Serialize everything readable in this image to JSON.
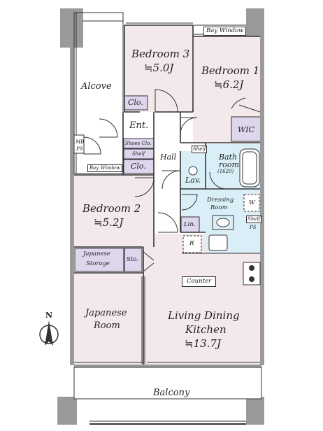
{
  "rooms": {
    "bedroom3": {
      "name": "Bedroom 3",
      "size": "≒5.0J"
    },
    "bedroom1": {
      "name": "Bedroom 1",
      "size": "≒6.2J"
    },
    "bedroom2": {
      "name": "Bedroom 2",
      "size": "≒5.2J"
    },
    "ldk": {
      "name_line1": "Living Dining",
      "name_line2": "Kitchen",
      "size": "≒13.7J"
    },
    "japanese_room": {
      "name_line1": "Japanese",
      "name_line2": "Room"
    },
    "alcove": "Alcove",
    "balcony": "Balcony",
    "hall": "Hall",
    "entrance": "Ent.",
    "bathroom": {
      "line1": "Bath",
      "line2": "room",
      "line3": "(1620)"
    },
    "dressing_room": {
      "line1": "Dressing",
      "line2": "Room"
    },
    "japanese_storage": {
      "line1": "Japanese",
      "line2": "Storage"
    }
  },
  "labels": {
    "bay_window_top": "Bay Window",
    "bay_window_small": "Bay Window",
    "clo_bed3": "Clo.",
    "clo_ent": "Clo.",
    "shoes_clo": "Shoes Clo.",
    "shelf_ent": "Shelf",
    "shelf_bath": "Shelf",
    "shelf_dress": "Shelf",
    "wic": "WIC",
    "lav": "Lav.",
    "lin": "Lin.",
    "sto": "Sto.",
    "mbps_1": "MB",
    "mbps_2": "PS",
    "ps": "PS",
    "washer": "W",
    "fridge": "R",
    "counter": "Counter",
    "north": "N"
  },
  "colors": {
    "room_fill": "#f4e9ea",
    "wet_fill": "#d9eef7",
    "storage_fill": "#ddd6ec",
    "wall": "#9a9a9a",
    "outline": "#333333"
  }
}
